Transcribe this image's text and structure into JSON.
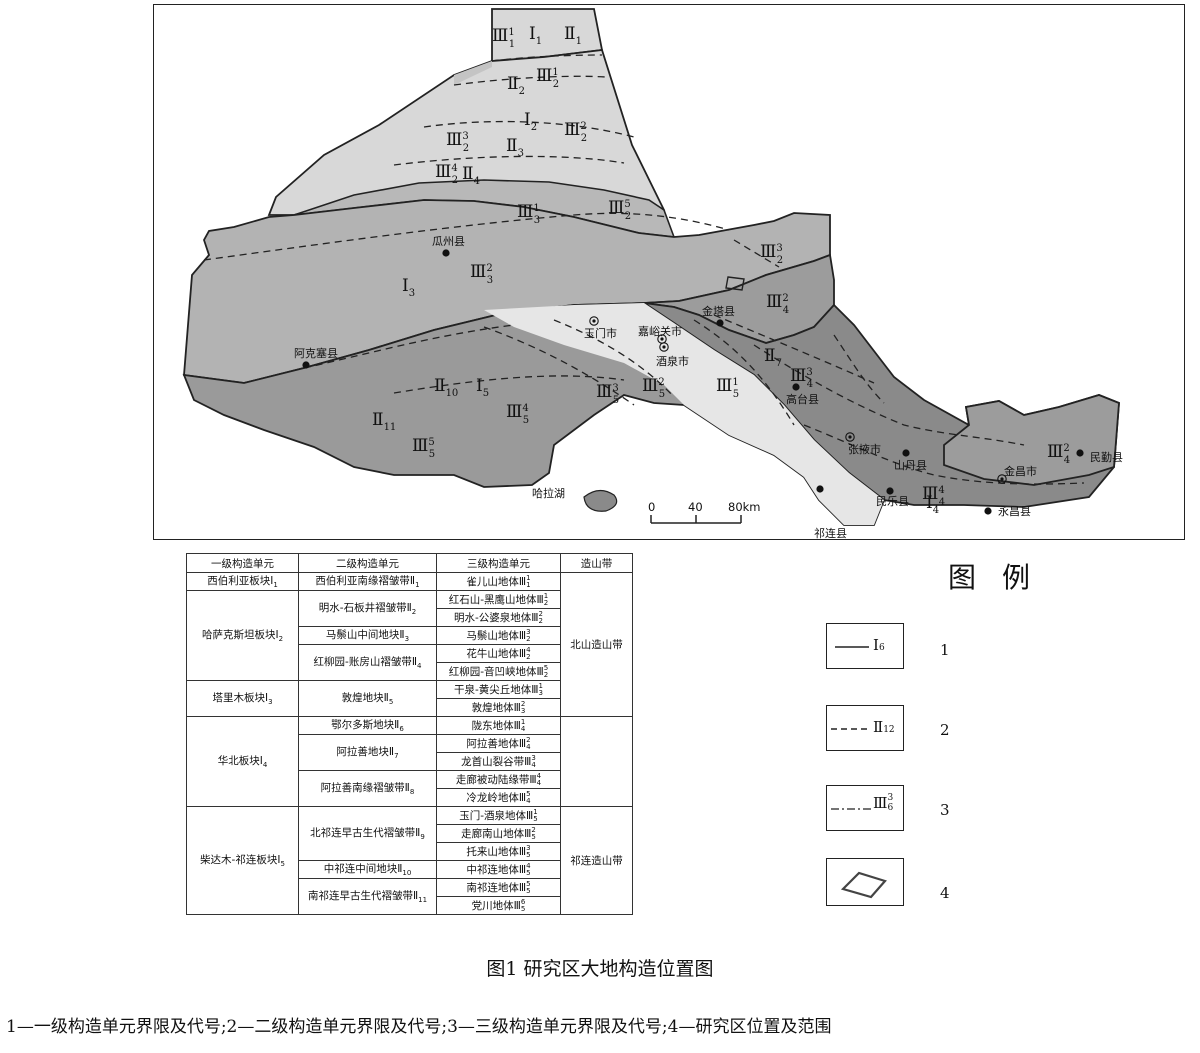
{
  "colors": {
    "block_light": "#d8d8d8",
    "block_mid": "#b3b3b3",
    "block_dark": "#8f8f8f",
    "block_darkest": "#7a7a7a",
    "study_area": "#e9e9e9"
  },
  "map": {
    "unit_labels": [
      {
        "main": "Ⅲ",
        "sup": "1",
        "sub": "1"
      },
      {
        "main": "Ⅰ",
        "sub": "1"
      },
      {
        "main": "Ⅱ",
        "sub": "1"
      },
      {
        "main": "Ⅱ",
        "sub": "2"
      },
      {
        "main": "Ⅲ",
        "sup": "1",
        "sub": "2"
      },
      {
        "main": "Ⅰ",
        "sub": "2"
      },
      {
        "main": "Ⅲ",
        "sup": "2",
        "sub": "2"
      },
      {
        "main": "Ⅲ",
        "sup": "3",
        "sub": "2"
      },
      {
        "main": "Ⅱ",
        "sub": "3"
      },
      {
        "main": "Ⅲ",
        "sup": "4",
        "sub": "2"
      },
      {
        "main": "Ⅱ",
        "sub": "4"
      },
      {
        "main": "Ⅲ",
        "sup": "1",
        "sub": "3"
      },
      {
        "main": "Ⅲ",
        "sup": "5",
        "sub": "2"
      },
      {
        "main": "Ⅲ",
        "sup": "3",
        "sub": "2"
      },
      {
        "main": "Ⅰ",
        "sub": "3"
      },
      {
        "main": "Ⅲ",
        "sup": "2",
        "sub": "3"
      },
      {
        "main": "Ⅲ",
        "sup": "2",
        "sub": "4"
      },
      {
        "main": "Ⅱ",
        "sub": "7"
      },
      {
        "main": "Ⅲ",
        "sup": "3",
        "sub": "4"
      },
      {
        "main": "Ⅱ",
        "sub": "10"
      },
      {
        "main": "Ⅰ",
        "sub": "5"
      },
      {
        "main": "Ⅲ",
        "sup": "3",
        "sub": "5"
      },
      {
        "main": "Ⅲ",
        "sup": "2",
        "sub": "5"
      },
      {
        "main": "Ⅲ",
        "sup": "1",
        "sub": "5"
      },
      {
        "main": "Ⅱ",
        "sub": "11"
      },
      {
        "main": "Ⅲ",
        "sup": "4",
        "sub": "5"
      },
      {
        "main": "Ⅲ",
        "sup": "5",
        "sub": "5"
      },
      {
        "main": "Ⅲ",
        "sup": "4",
        "sub": "4"
      },
      {
        "main": "Ⅰ",
        "sub": "4"
      },
      {
        "main": "Ⅲ",
        "sup": "2",
        "sub": "4"
      }
    ],
    "places": [
      {
        "name": "瓜州县",
        "kind": "county"
      },
      {
        "name": "阿克塞县",
        "kind": "county"
      },
      {
        "name": "玉门市",
        "kind": "city"
      },
      {
        "name": "嘉峪关市",
        "kind": "city"
      },
      {
        "name": "酒泉市",
        "kind": "city"
      },
      {
        "name": "金塔县",
        "kind": "county"
      },
      {
        "name": "高台县",
        "kind": "county"
      },
      {
        "name": "张掖市",
        "kind": "city"
      },
      {
        "name": "山丹县",
        "kind": "county"
      },
      {
        "name": "民乐县",
        "kind": "county"
      },
      {
        "name": "金昌市",
        "kind": "city"
      },
      {
        "name": "民勤县",
        "kind": "county"
      },
      {
        "name": "永昌县",
        "kind": "county"
      },
      {
        "name": "祁连县",
        "kind": "county"
      },
      {
        "name": "哈拉湖",
        "kind": "lake"
      }
    ],
    "scale": {
      "ticks": [
        "0",
        "40",
        "80km"
      ]
    }
  },
  "table": {
    "headers": [
      "一级构造单元",
      "二级构造单元",
      "三级构造单元",
      "造山带"
    ],
    "rows": [
      {
        "first": "西伯利亚板块Ⅰ",
        "first_sub": "1",
        "second": "西伯利亚南缘褶皱带Ⅱ",
        "second_sub": "1",
        "third": "雀儿山地体Ⅲ",
        "third_sup": "1",
        "third_sub": "1"
      },
      {
        "first": "哈萨克斯坦板块Ⅰ",
        "first_sub": "2",
        "second": "明水-石板井褶皱带Ⅱ",
        "second_sub": "2",
        "third": "红石山-黑鹰山地体Ⅲ",
        "third_sup": "1",
        "third_sub": "2"
      },
      {
        "third": "明水-公婆泉地体Ⅲ",
        "third_sup": "2",
        "third_sub": "2"
      },
      {
        "second": "马鬃山中间地块Ⅱ",
        "second_sub": "3",
        "third": "马鬃山地体Ⅲ",
        "third_sup": "3",
        "third_sub": "2"
      },
      {
        "second": "红柳园-账房山褶皱带Ⅱ",
        "second_sub": "4",
        "third": "花牛山地体Ⅲ",
        "third_sup": "4",
        "third_sub": "2"
      },
      {
        "third": "红柳园-音凹峡地体Ⅲ",
        "third_sup": "5",
        "third_sub": "2"
      },
      {
        "first": "塔里木板块Ⅰ",
        "first_sub": "3",
        "second": "敦煌地块Ⅱ",
        "second_sub": "5",
        "third": "干泉-黄尖丘地体Ⅲ",
        "third_sup": "1",
        "third_sub": "3"
      },
      {
        "third": "敦煌地体Ⅲ",
        "third_sup": "2",
        "third_sub": "3"
      },
      {
        "first": "华北板块Ⅰ",
        "first_sub": "4",
        "second": "鄂尔多斯地块Ⅱ",
        "second_sub": "6",
        "third": "陇东地体Ⅲ",
        "third_sup": "1",
        "third_sub": "4"
      },
      {
        "second": "阿拉善地块Ⅱ",
        "second_sub": "7",
        "third": "阿拉善地体Ⅲ",
        "third_sup": "2",
        "third_sub": "4"
      },
      {
        "third": "龙首山裂谷带Ⅲ",
        "third_sup": "3",
        "third_sub": "4"
      },
      {
        "second": "阿拉善南缘褶皱带Ⅱ",
        "second_sub": "8",
        "third": "走廊被动陆缘带Ⅲ",
        "third_sup": "4",
        "third_sub": "4"
      },
      {
        "third": "冷龙岭地体Ⅲ",
        "third_sup": "5",
        "third_sub": "4"
      },
      {
        "first": "柴达木-祁连板块Ⅰ",
        "first_sub": "5",
        "second": "北祁连早古生代褶皱带Ⅱ",
        "second_sub": "9",
        "third": "玉门-酒泉地体Ⅲ",
        "third_sup": "1",
        "third_sub": "5"
      },
      {
        "third": "走廊南山地体Ⅲ",
        "third_sup": "2",
        "third_sub": "5"
      },
      {
        "third": "托来山地体Ⅲ",
        "third_sup": "3",
        "third_sub": "5"
      },
      {
        "second": "中祁连中间地块Ⅱ",
        "second_sub": "10",
        "third": "中祁连地体Ⅲ",
        "third_sup": "4",
        "third_sub": "5"
      },
      {
        "second": "南祁连早古生代褶皱带Ⅱ",
        "second_sub": "11",
        "third": "南祁连地体Ⅲ",
        "third_sup": "5",
        "third_sub": "5"
      },
      {
        "third": "党川地体Ⅲ",
        "third_sup": "6",
        "third_sub": "5"
      }
    ],
    "orogens": [
      "北山造山带",
      "祁连造山带"
    ]
  },
  "legend": {
    "title": "图例",
    "items": [
      {
        "num": "1",
        "code": "Ⅰ",
        "sub": "6"
      },
      {
        "num": "2",
        "code": "Ⅱ",
        "sub": "12"
      },
      {
        "num": "3",
        "code": "Ⅲ",
        "sup": "3",
        "sub": "6"
      },
      {
        "num": "4"
      }
    ]
  },
  "caption": "图1 研究区大地构造位置图",
  "note": "1—一级构造单元界限及代号;2—二级构造单元界限及代号;3—三级构造单元界限及代号;4—研究区位置及范围"
}
